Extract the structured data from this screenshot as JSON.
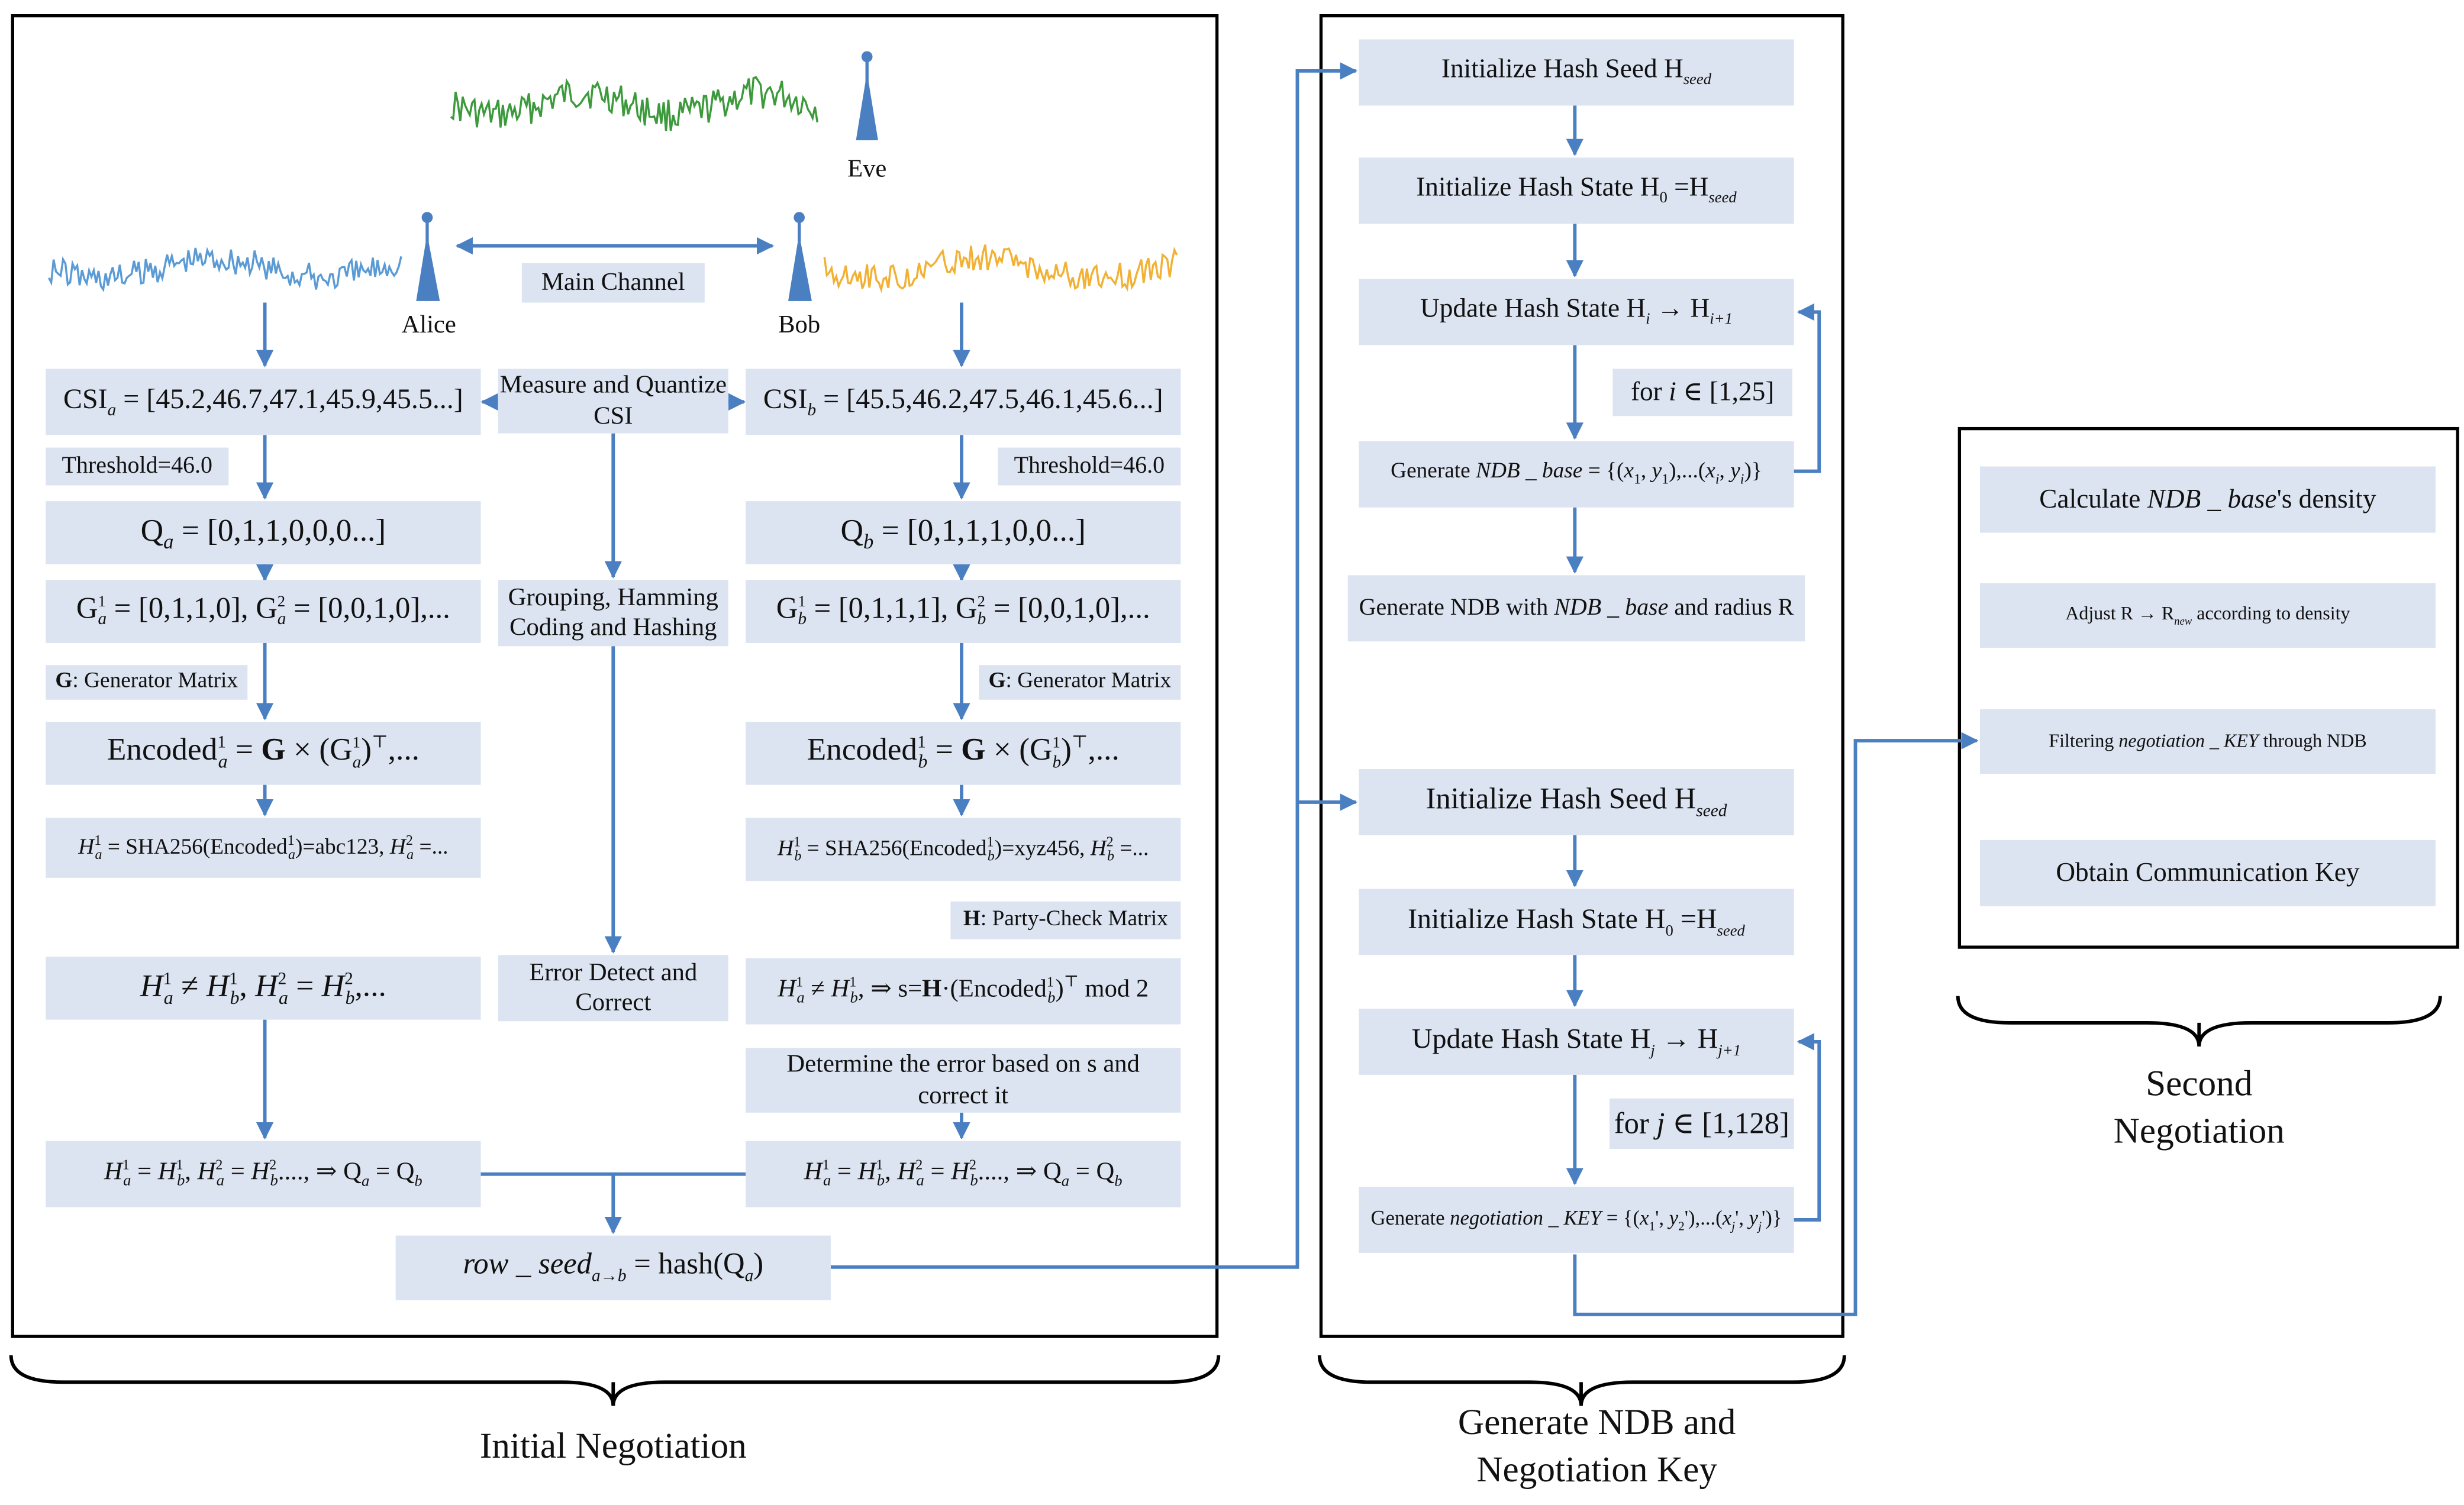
{
  "initial": {
    "caption": "Initial Negotiation",
    "eve_label": "Eve",
    "alice_label": "Alice",
    "bob_label": "Bob",
    "main_channel": "Main Channel",
    "measure_quantize": "Measure and Quantize CSI",
    "grouping_hashing": "Grouping, Hamming Coding and Hashing",
    "error_detect": "Error Detect and Correct",
    "csi_a": "CSI_a = [45.2,46.7,47.1,45.9,45.5...]",
    "csi_b": "CSI_b = [45.5,46.2,47.5,46.1,45.6...]",
    "threshold_a": "Threshold=46.0",
    "threshold_b": "Threshold=46.0",
    "q_a": "Q_a = [0,1,1,0,0,0...]",
    "q_b": "Q_b = [0,1,1,1,0,0...]",
    "g_a": "G_a^1 = [0,1,1,0], G_a^2 = [0,0,1,0],...",
    "g_b": "G_b^1 = [0,1,1,1], G_b^2 = [0,0,1,0],...",
    "gen_matrix_a": "G: Generator Matrix",
    "gen_matrix_b": "G: Generator Matrix",
    "encoded_a": "Encoded_a^1 = G × (G_a^1)^T ,...",
    "encoded_b": "Encoded_b^1 = G × (G_b^1)^T ,...",
    "hash_a": "H_a^1 = SHA256(Encoded_a^1)=abc123, H_a^2 =...",
    "hash_b": "H_b^1 = SHA256(Encoded_b^1)=xyz456, H_b^2 =...",
    "parity_matrix": "H: Party-Check Matrix",
    "compare_a": "H_a^1 ≠ H_b^1, H_a^2 = H_b^2,...",
    "syndrome_b": "H_a^1 ≠ H_b^1, ⇒ s=H·(Encoded_b^1)^T mod 2",
    "determine_error": "Determine the error based on s and correct it",
    "result_a": "H_a^1 = H_b^1, H_a^2 = H_b^2...., ⇒ Q_a = Q_b",
    "result_b": "H_a^1 = H_b^1, H_a^2 = H_b^2...., ⇒ Q_a = Q_b",
    "row_seed": "row_seed_a→b = hash(Q_a)"
  },
  "ndb": {
    "caption": "Generate NDB and Negotiation Key",
    "init_seed_1": "Initialize Hash Seed H_seed",
    "init_state_1": "Initialize Hash State H_0 = H_seed",
    "update_state_1": "Update Hash State H_i → H_i+1",
    "loop_1": "for i ∈ [1,25]",
    "gen_base": "Generate NDB_base = {(x1,y1),...(xi,yi)}",
    "gen_ndb": "Generate NDB with NDB_base and radius R",
    "init_seed_2": "Initialize Hash Seed H_seed",
    "init_state_2": "Initialize Hash State H_0 = H_seed",
    "update_state_2": "Update Hash State H_j → H_j+1",
    "loop_2": "for j ∈ [1,128]",
    "gen_key": "Generate negotiation_KEY = {(x1',y2'),...(xj',yj')}"
  },
  "second": {
    "caption": "Second Negotiation",
    "calc_density": "Calculate NDB_base's density",
    "adjust_r": "Adjust R → R_new according to density",
    "filter_key": "Filtering negotiation_KEY through NDB",
    "obtain_key": "Obtain Communication Key"
  },
  "colors": {
    "box_fill": "#dce4f1",
    "arrow": "#4a7fc1",
    "antenna": "#4a7fc1",
    "eve_wave": "#3c9a3c",
    "alice_wave": "#5b9bd5",
    "bob_wave": "#f2b134",
    "frame": "#000000"
  },
  "icons": [
    "antenna-icon-eve",
    "antenna-icon-alice",
    "antenna-icon-bob"
  ]
}
